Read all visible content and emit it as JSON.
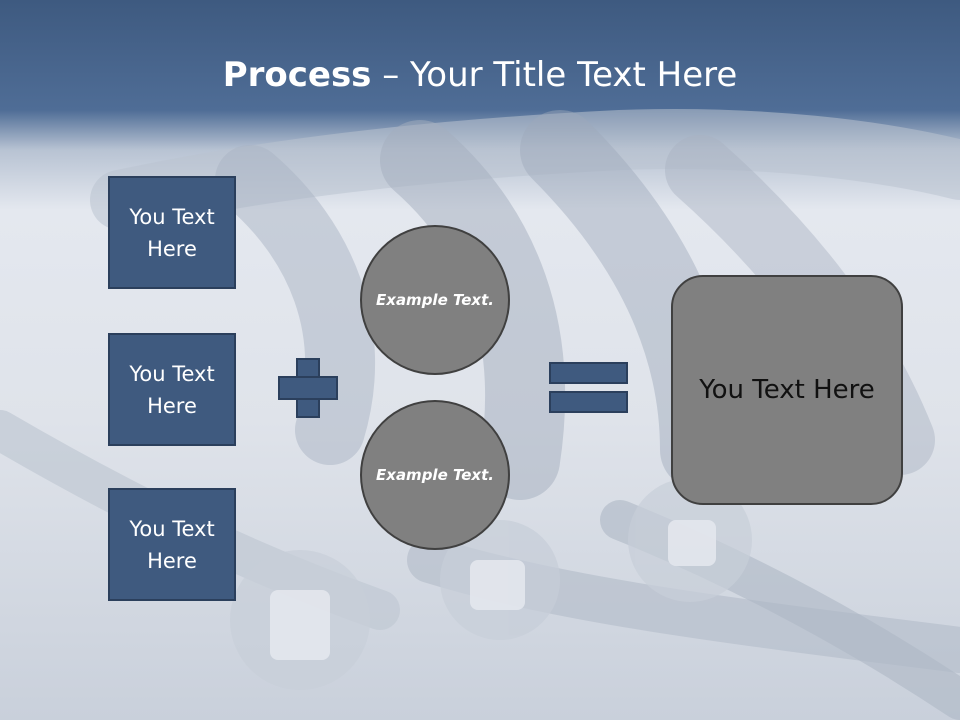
{
  "slide": {
    "title_bold": "Process",
    "title_rest": " – Your Title Text Here"
  },
  "inputs": [
    {
      "label": "You Text Here"
    },
    {
      "label": "You Text Here"
    },
    {
      "label": "You Text Here"
    }
  ],
  "operands": [
    {
      "label": "Example Text."
    },
    {
      "label": "Example Text."
    }
  ],
  "result": {
    "label": "You Text Here"
  },
  "colors": {
    "header": "#3e5a80",
    "box_fill": "#3f5a7f",
    "circle_fill": "#808080",
    "text_light": "#ffffff"
  },
  "icons": {
    "operator_1": "plus-icon",
    "operator_2": "equals-icon"
  }
}
